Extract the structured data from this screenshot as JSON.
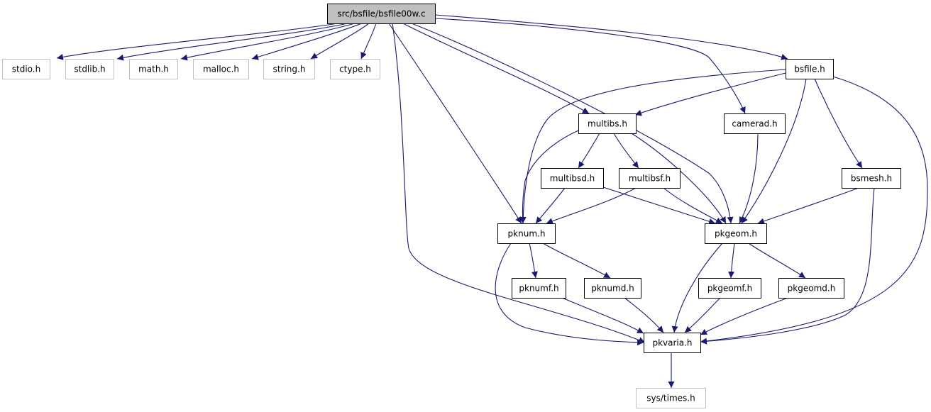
{
  "graph": {
    "colors": {
      "edge": "#191970",
      "node_border": "#000000",
      "root_fill": "#bfbfbf",
      "external_border": "#bfbfbf",
      "external_text": "#7f7f7f"
    },
    "nodes": [
      {
        "id": "root",
        "label": "src/bsfile/bsfile00w.c",
        "kind": "root"
      },
      {
        "id": "stdio",
        "label": "stdio.h",
        "kind": "external"
      },
      {
        "id": "stdlib",
        "label": "stdlib.h",
        "kind": "external"
      },
      {
        "id": "math",
        "label": "math.h",
        "kind": "external"
      },
      {
        "id": "malloc",
        "label": "malloc.h",
        "kind": "external"
      },
      {
        "id": "string",
        "label": "string.h",
        "kind": "external"
      },
      {
        "id": "ctype",
        "label": "ctype.h",
        "kind": "external"
      },
      {
        "id": "bsfile",
        "label": "bsfile.h",
        "kind": "file"
      },
      {
        "id": "multibs",
        "label": "multibs.h",
        "kind": "file"
      },
      {
        "id": "camerad",
        "label": "camerad.h",
        "kind": "file"
      },
      {
        "id": "multibsd",
        "label": "multibsd.h",
        "kind": "file"
      },
      {
        "id": "multibsf",
        "label": "multibsf.h",
        "kind": "file"
      },
      {
        "id": "bsmesh",
        "label": "bsmesh.h",
        "kind": "file"
      },
      {
        "id": "pknum",
        "label": "pknum.h",
        "kind": "file"
      },
      {
        "id": "pkgeom",
        "label": "pkgeom.h",
        "kind": "file"
      },
      {
        "id": "pknumf",
        "label": "pknumf.h",
        "kind": "file"
      },
      {
        "id": "pknumd",
        "label": "pknumd.h",
        "kind": "file"
      },
      {
        "id": "pkgeomf",
        "label": "pkgeomf.h",
        "kind": "file"
      },
      {
        "id": "pkgeomd",
        "label": "pkgeomd.h",
        "kind": "file"
      },
      {
        "id": "pkvaria",
        "label": "pkvaria.h",
        "kind": "file"
      },
      {
        "id": "systimes",
        "label": "sys/times.h",
        "kind": "external"
      }
    ],
    "edges": [
      {
        "from": "root",
        "to": "stdio"
      },
      {
        "from": "root",
        "to": "stdlib"
      },
      {
        "from": "root",
        "to": "math"
      },
      {
        "from": "root",
        "to": "malloc"
      },
      {
        "from": "root",
        "to": "string"
      },
      {
        "from": "root",
        "to": "ctype"
      },
      {
        "from": "root",
        "to": "bsfile"
      },
      {
        "from": "root",
        "to": "camerad"
      },
      {
        "from": "root",
        "to": "multibs"
      },
      {
        "from": "root",
        "to": "pkgeom"
      },
      {
        "from": "root",
        "to": "pknum"
      },
      {
        "from": "root",
        "to": "pkvaria"
      },
      {
        "from": "bsfile",
        "to": "multibs"
      },
      {
        "from": "bsfile",
        "to": "pknum"
      },
      {
        "from": "bsfile",
        "to": "pkgeom"
      },
      {
        "from": "bsfile",
        "to": "bsmesh"
      },
      {
        "from": "bsfile",
        "to": "pkvaria"
      },
      {
        "from": "multibs",
        "to": "multibsd"
      },
      {
        "from": "multibs",
        "to": "multibsf"
      },
      {
        "from": "multibs",
        "to": "pknum"
      },
      {
        "from": "multibs",
        "to": "pkgeom"
      },
      {
        "from": "camerad",
        "to": "pkgeom"
      },
      {
        "from": "multibsd",
        "to": "pknum"
      },
      {
        "from": "multibsd",
        "to": "pkgeom"
      },
      {
        "from": "multibsf",
        "to": "pknum"
      },
      {
        "from": "multibsf",
        "to": "pkgeom"
      },
      {
        "from": "bsmesh",
        "to": "pkgeom"
      },
      {
        "from": "bsmesh",
        "to": "pkvaria"
      },
      {
        "from": "pknum",
        "to": "pknumf"
      },
      {
        "from": "pknum",
        "to": "pknumd"
      },
      {
        "from": "pknum",
        "to": "pkvaria"
      },
      {
        "from": "pkgeom",
        "to": "pkgeomf"
      },
      {
        "from": "pkgeom",
        "to": "pkgeomd"
      },
      {
        "from": "pkgeom",
        "to": "pkvaria"
      },
      {
        "from": "pknumf",
        "to": "pkvaria"
      },
      {
        "from": "pknumd",
        "to": "pkvaria"
      },
      {
        "from": "pkgeomf",
        "to": "pkvaria"
      },
      {
        "from": "pkgeomd",
        "to": "pkvaria"
      },
      {
        "from": "pkvaria",
        "to": "systimes"
      }
    ]
  }
}
